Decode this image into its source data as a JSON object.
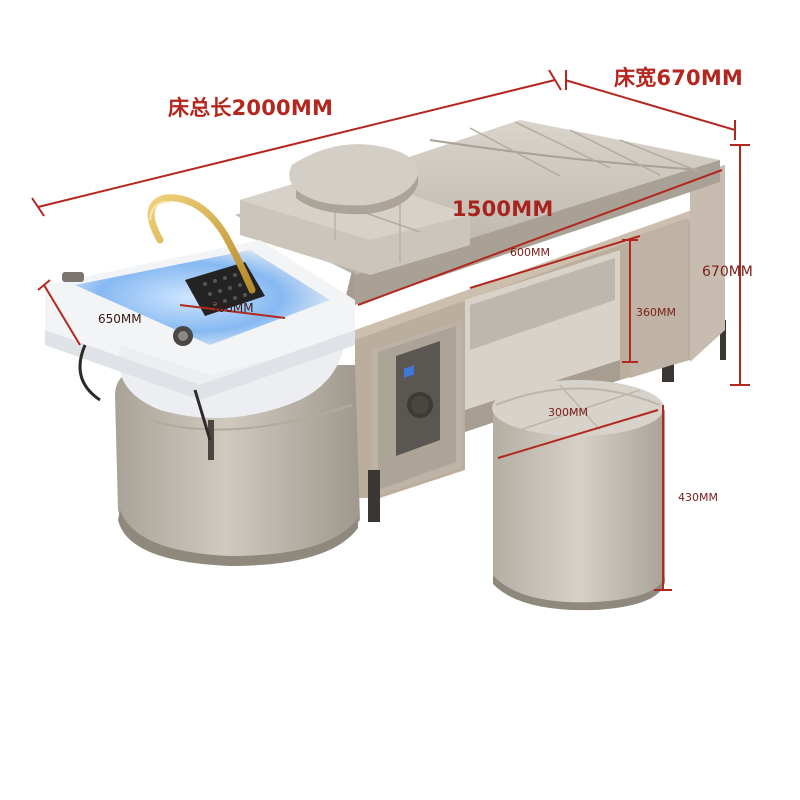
{
  "dimensions": {
    "total_length": "床总长2000MM",
    "bed_width": "床宽670MM",
    "bed_length": "1500MM",
    "cabinet_width": "600MM",
    "basin_width": "650MM",
    "basin_depth": "500MM",
    "cabinet_height": "360MM",
    "bed_height": "670MM",
    "stool_diameter": "300MM",
    "stool_height": "430MM"
  },
  "colors": {
    "dimension_line": "#b3271f",
    "upholstery": "#c9c3b9",
    "frame": "#b9aa98",
    "basin": "#f4f5f7",
    "basin_glow": "#7fb4ef",
    "faucet": "#d8b146"
  }
}
